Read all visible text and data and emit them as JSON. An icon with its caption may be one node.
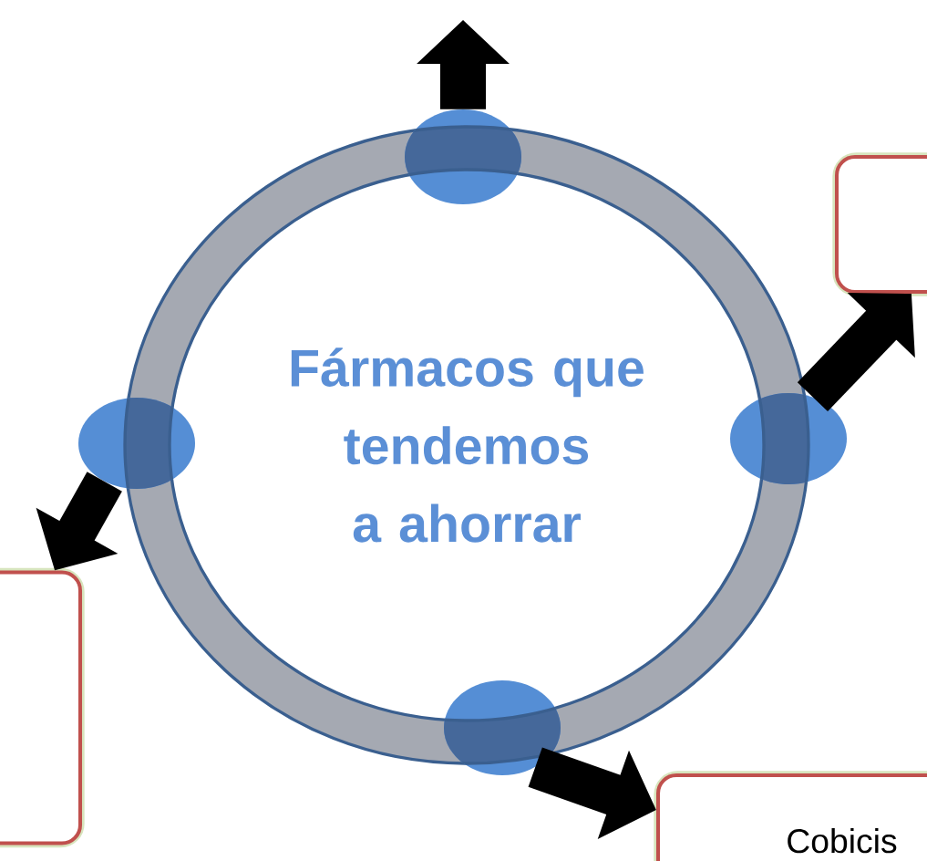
{
  "diagram": {
    "nodes": [
      {
        "text": [
          "Fármacos que tendemos a ahorrar"
        ]
      },
      {
        "text": [],
        "shape": "circle"
      },
      {
        "text": [],
        "shape": "box"
      },
      {
        "text": [],
        "shape": "circle"
      },
      {
        "text": [],
        "shape": "circle"
      },
      {
        "text": [],
        "shape": "box"
      },
      {
        "text": [],
        "shape": "circle"
      },
      {
        "text": [
          "Cobicis"
        ]
      }
    ],
    "edges": [
      {
        "from": 1,
        "to": null,
        "arrow": "to"
      },
      {
        "from": 4,
        "to": 2,
        "arrow": "to"
      },
      {
        "from": 3,
        "to": 5,
        "arrow": "to"
      },
      {
        "from": 6,
        "to": 7,
        "arrow": "to"
      }
    ]
  }
}
